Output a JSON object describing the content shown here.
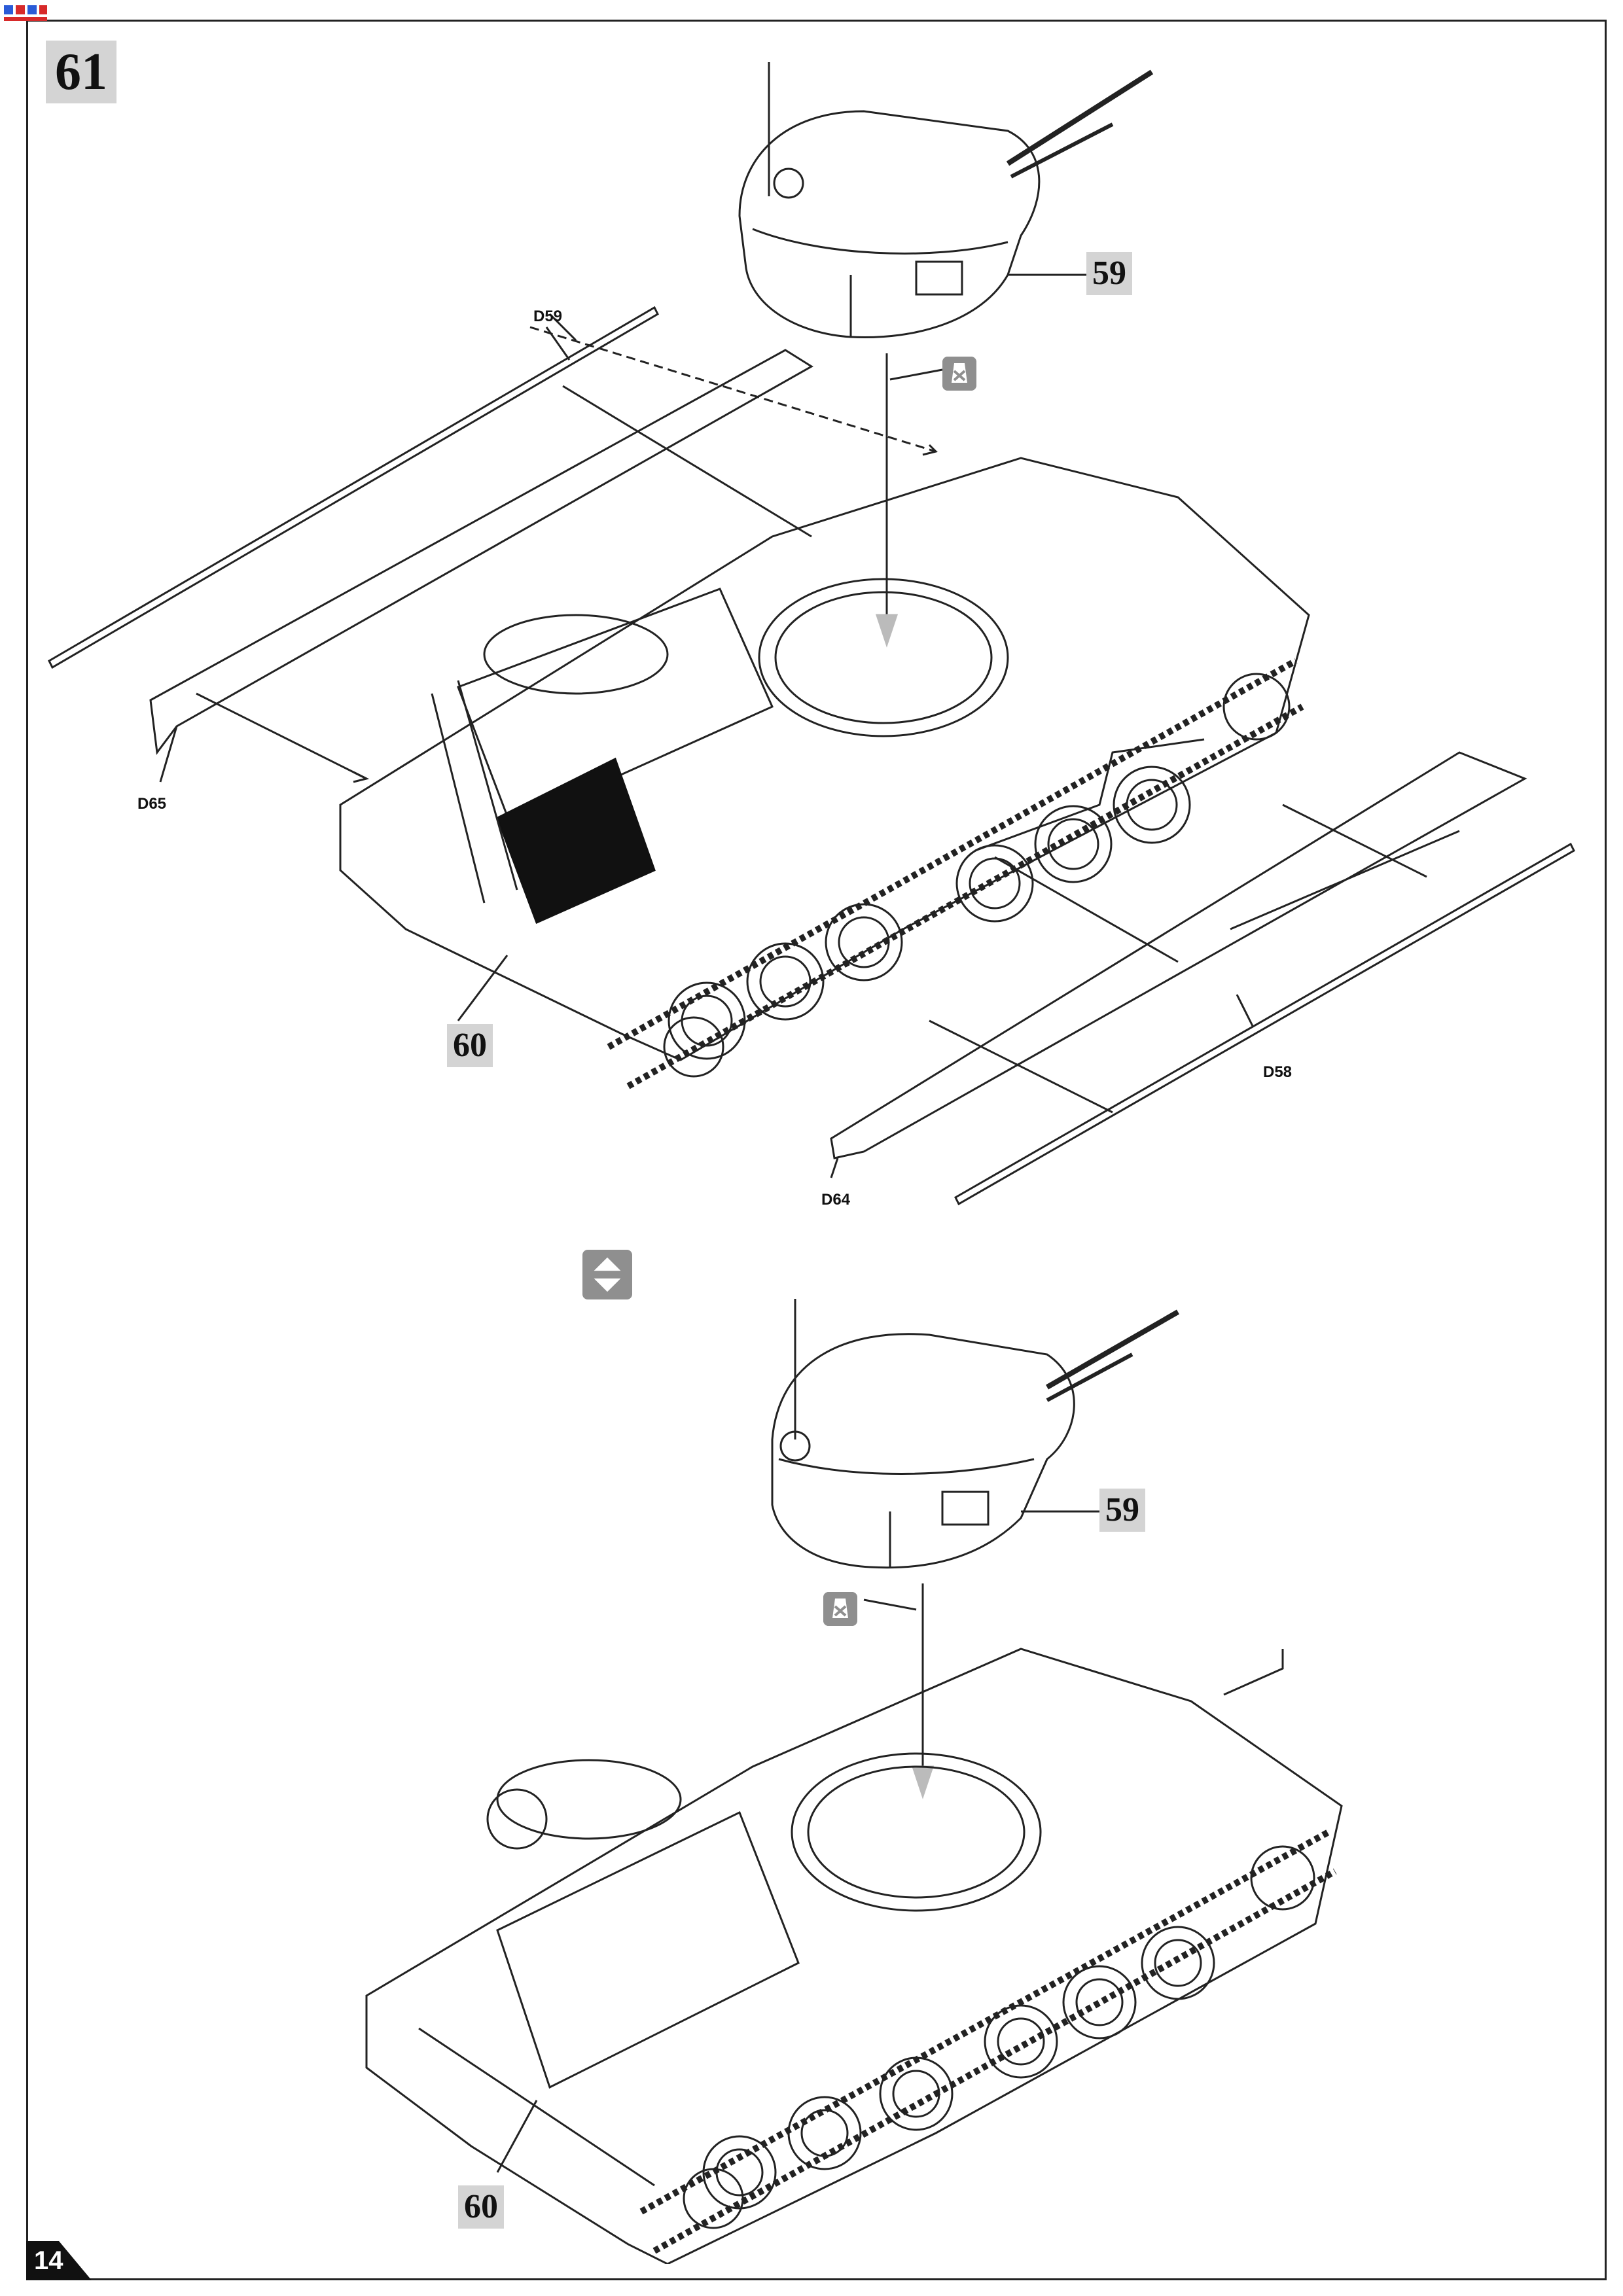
{
  "step": {
    "number": "61"
  },
  "page": {
    "number": "14"
  },
  "top_assembly": {
    "callouts": {
      "turret": "59",
      "hull": "60"
    },
    "parts": {
      "d59": "D59",
      "d65": "D65",
      "d58": "D58",
      "d64": "D64"
    }
  },
  "bottom_assembly": {
    "callouts": {
      "turret": "59",
      "hull": "60"
    }
  },
  "icons": {
    "glue": "cement-not-required-icon",
    "flip": "turn-model-over-icon",
    "logo": "brand-logo"
  },
  "colors": {
    "callout_bg": "#d4d4d4",
    "symbol_bg": "#8f8f8f",
    "line": "#222222"
  }
}
